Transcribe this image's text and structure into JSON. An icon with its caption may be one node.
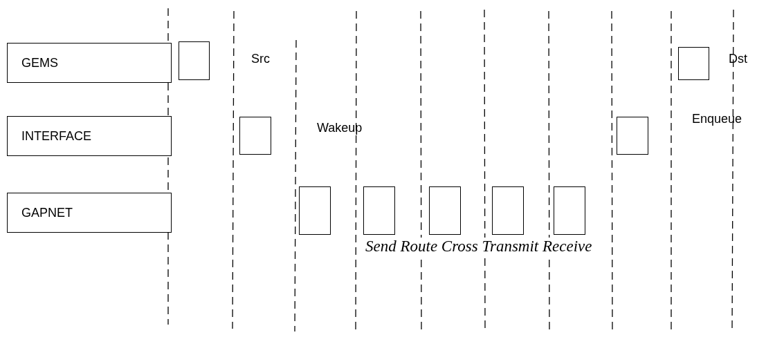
{
  "diagram": {
    "nodes": [
      {
        "text": [
          "GEMS"
        ]
      },
      {
        "text": [
          "INTERFACE"
        ]
      },
      {
        "text": [
          "GAPNET"
        ]
      },
      {
        "text": [],
        "shape": "box"
      },
      {
        "text": [],
        "shape": "box"
      },
      {
        "text": [],
        "shape": "box"
      },
      {
        "text": [],
        "shape": "box"
      },
      {
        "text": [],
        "shape": "box"
      },
      {
        "text": [],
        "shape": "box"
      },
      {
        "text": [],
        "shape": "box"
      },
      {
        "text": [],
        "shape": "box"
      },
      {
        "text": [],
        "shape": "box"
      }
    ],
    "edges": [],
    "labels": [
      "Src",
      "Dst",
      "Enqueue",
      "Wakeup",
      "Send Route Cross Transmit Receive"
    ]
  }
}
